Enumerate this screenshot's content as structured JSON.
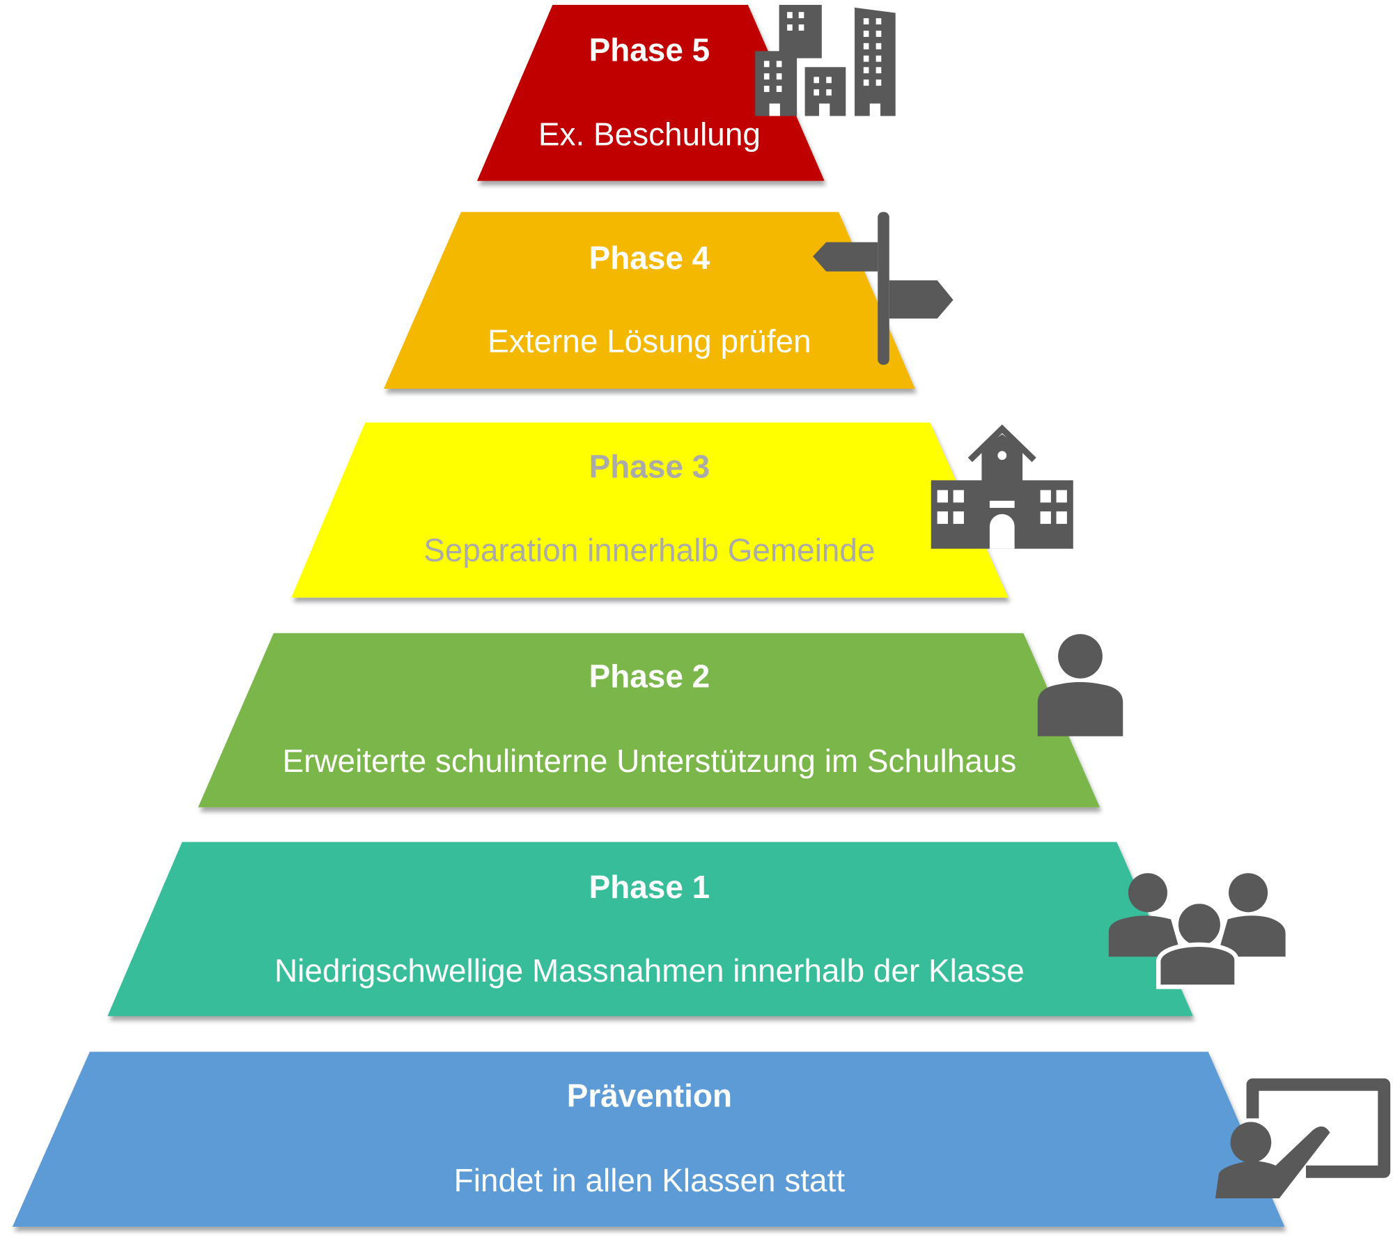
{
  "diagram": {
    "type": "pyramid",
    "icon_color": "#595959",
    "layers": [
      {
        "title": "Phase 5",
        "subtitle": "Ex. Beschulung",
        "color": "#C00000",
        "text_color": "#FFFFFF",
        "icon": "city-buildings-icon"
      },
      {
        "title": "Phase 4",
        "subtitle": "Externe Lösung prüfen",
        "color": "#F5B800",
        "text_color": "#FFFFFF",
        "icon": "signpost-icon"
      },
      {
        "title": "Phase 3",
        "subtitle": "Separation innerhalb Gemeinde",
        "color": "#FFFF00",
        "text_color": "#AAAAAA",
        "icon": "school-building-icon"
      },
      {
        "title": "Phase 2",
        "subtitle": "Erweiterte schulinterne Unterstützung im Schulhaus",
        "color": "#7AB648",
        "text_color": "#FFFFFF",
        "icon": "person-icon"
      },
      {
        "title": "Phase 1",
        "subtitle": "Niedrigschwellige Massnahmen innerhalb der Klasse",
        "color": "#38BD9B",
        "text_color": "#FFFFFF",
        "icon": "group-icon"
      },
      {
        "title": "Prävention",
        "subtitle": "Findet in allen Klassen statt",
        "color": "#5B9BD5",
        "text_color": "#FFFFFF",
        "icon": "teacher-board-icon"
      }
    ]
  }
}
